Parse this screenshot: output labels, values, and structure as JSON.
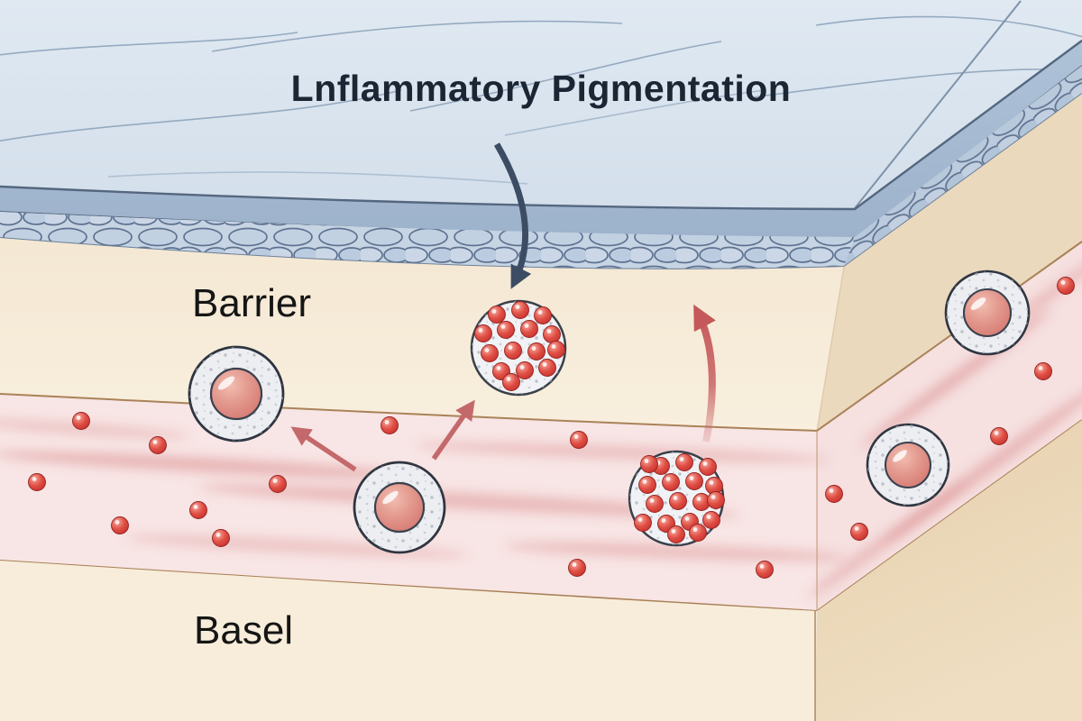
{
  "illustration": {
    "title": "Lnflammatory Pigmentation",
    "layer_labels": {
      "barrier": "Barrier",
      "basel": "Basel"
    },
    "colors": {
      "epidermis_surface_blue": "#dbe5ef",
      "epidermis_band_blue": "#a5bad1",
      "cobblestone_fill": "#c6d4e3",
      "cobblestone_outline": "#5e7290",
      "barrier_beige": "#f6ebd7",
      "barrier_right_face": "#ebd9bd",
      "inflamed_band_pink": "#f8e5e5",
      "basel_beige": "#f7edda",
      "basel_right_face": "#ead6b7",
      "band_edge_brown": "#aa8258",
      "granule_red": "#c22d28",
      "nucleus_salmon": "#d4776f",
      "pointer_arrow_navy": "#3c4d63",
      "migration_arrow_red": "#c4585a",
      "title_text": "#1b2533",
      "label_text": "#151515"
    },
    "counts": {
      "immune_cells": 4,
      "pigment_filled_cells": 2,
      "loose_pigment_granules": 16
    }
  }
}
